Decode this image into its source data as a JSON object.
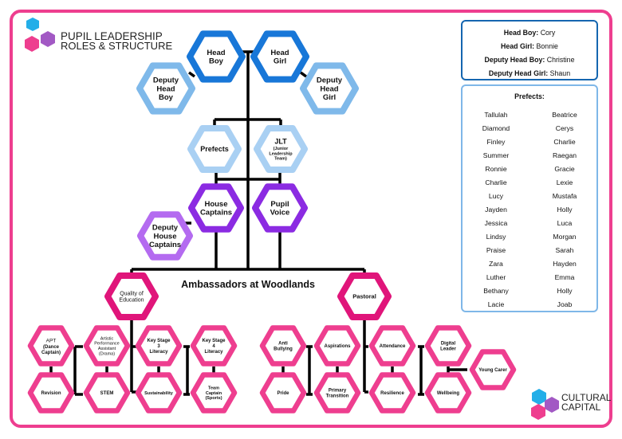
{
  "title": {
    "line1": "PUPIL LEADERSHIP",
    "line2": "ROLES & STRUCTURE"
  },
  "logo": {
    "line1": "CULTURAL",
    "line2": "CAPITAL"
  },
  "ambassadors_label": "Ambassadors at Woodlands",
  "colors": {
    "frame": "#ee3e8f",
    "dark_blue": "#1877d8",
    "light_blue": "#7fb9ea",
    "pale_blue": "#a9d0f3",
    "purple": "#8b2be2",
    "light_purple": "#b46bf0",
    "pink": "#ee3e8f",
    "dark_pink": "#e0157a"
  },
  "nodes": {
    "head_boy": "Head\nBoy",
    "head_girl": "Head\nGirl",
    "deputy_head_boy": "Deputy\nHead\nBoy",
    "deputy_head_girl": "Deputy\nHead\nGirl",
    "prefects": "Prefects",
    "jlt": "JLT",
    "jlt_sub": "(Junior\nLeadership\nTeam)",
    "house_captains": "House\nCaptains",
    "pupil_voice": "Pupil\nVoice",
    "deputy_house_captains": "Deputy\nHouse\nCaptains",
    "quality_of_education": "Quality of\nEducation",
    "pastoral": "Pastoral",
    "apt": "APT",
    "apt_sub": "(Dance\nCaptain)",
    "artistic": "Artistic\nPerformance\nAssistant\n(Drama)",
    "ks3": "Key Stage\n3\nLiteracy",
    "ks4": "Key Stage\n4\nLiteracy",
    "revision": "Revision",
    "stem": "STEM",
    "sustainability": "Sustainability",
    "team_captain": "Team\nCaptain\n(Sports)",
    "anti_bullying": "Anti\nBullying",
    "aspirations": "Aspirations",
    "attendance": "Attendance",
    "digital_leader": "Digital\nLeader",
    "young_carer": "Young Carer",
    "pride": "Pride",
    "primary_transition": "Primary\nTransition",
    "resilience": "Resilience",
    "wellbeing": "Wellbeing"
  },
  "names_box": {
    "head_boy_label": "Head Boy:",
    "head_boy_name": "Cory",
    "head_girl_label": "Head Girl:",
    "head_girl_name": "Bonnie",
    "deputy_head_boy_label": "Deputy Head Boy:",
    "deputy_head_boy_name": "Christine",
    "deputy_head_girl_label": "Deputy Head Girl:",
    "deputy_head_girl_name": "Shaun"
  },
  "prefects_box": {
    "title": "Prefects:",
    "left": [
      "Tallulah",
      "Diamond",
      "Finley",
      "Summer",
      "Ronnie",
      "Charlie",
      "Lucy",
      "Jayden",
      "Jessica",
      "Lindsy",
      "Praise",
      "Zara",
      "Luther",
      "Bethany",
      "Lacie"
    ],
    "right": [
      "Beatrice",
      "Cerys",
      "Charlie",
      "Raegan",
      "Gracie",
      "Lexie",
      "Mustafa",
      "Holly",
      "Luca",
      "Morgan",
      "Sarah",
      "Hayden",
      "Emma",
      "Holly",
      "Joab"
    ]
  }
}
